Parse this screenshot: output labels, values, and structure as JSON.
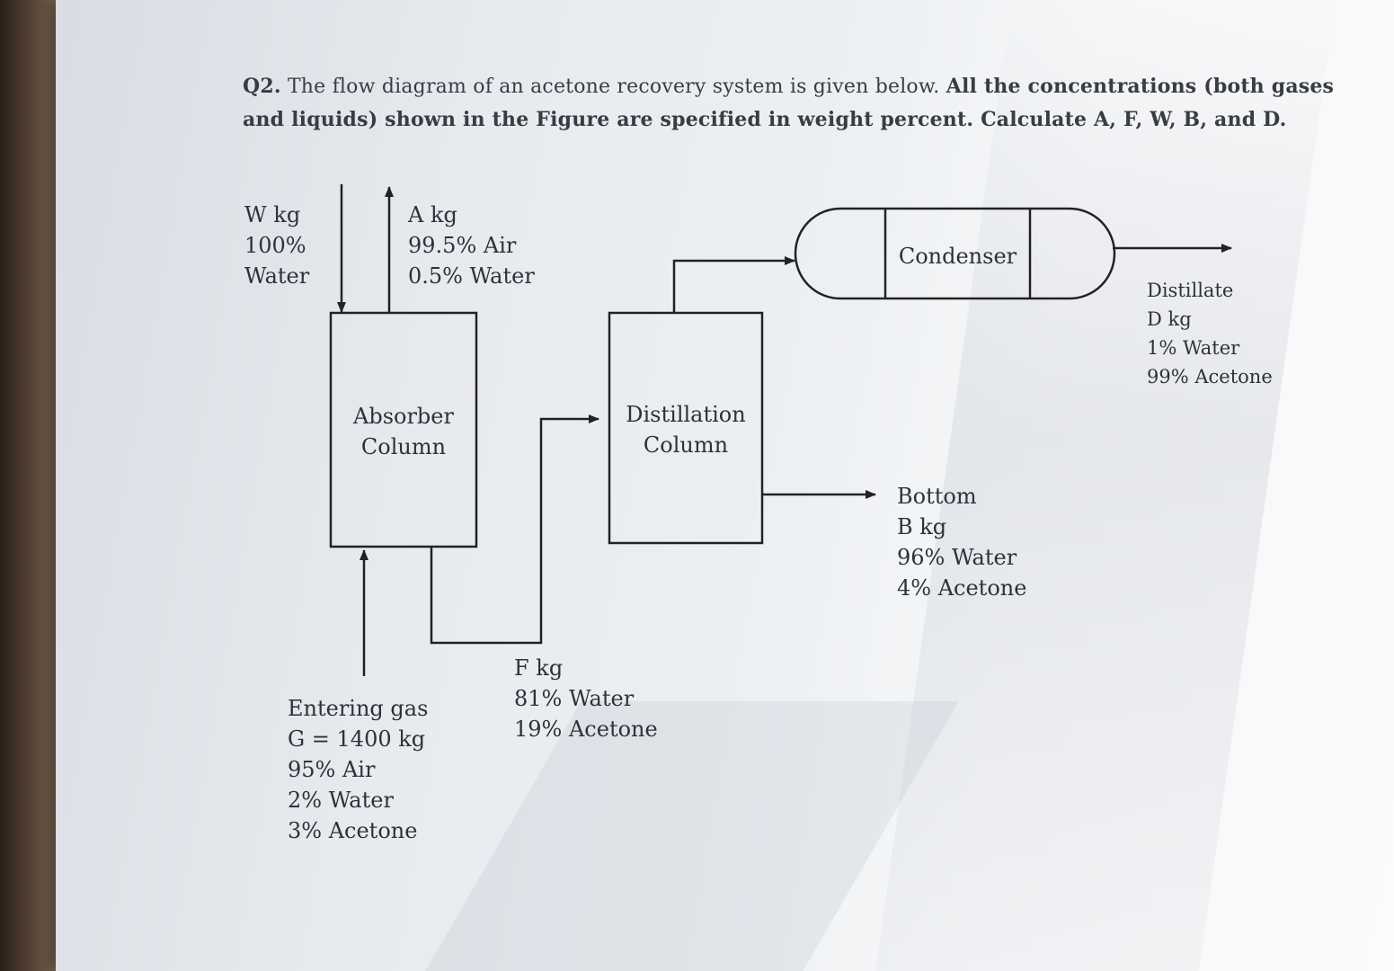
{
  "question": {
    "number": "Q2.",
    "text": "The flow diagram of an acetone recovery system is given below.",
    "bold_text": "All the concentrations (both gases and liquids) shown in the Figure are specified in weight percent. Calculate A, F, W, B, and D."
  },
  "water_in": {
    "name": "W kg",
    "line1": "100%",
    "line2": "Water"
  },
  "air_out": {
    "name": "A kg",
    "line1": "99.5% Air",
    "line2": "0.5% Water"
  },
  "absorber": {
    "line1": "Absorber",
    "line2": "Column"
  },
  "distillation": {
    "line1": "Distillation",
    "line2": "Column"
  },
  "condenser": {
    "label": "Condenser"
  },
  "distillate": {
    "line1": "Distillate",
    "line2": "D kg",
    "line3": "1% Water",
    "line4": "99% Acetone"
  },
  "bottom": {
    "line1": "Bottom",
    "line2": "B kg",
    "line3": "96% Water",
    "line4": "4% Acetone"
  },
  "feed": {
    "line1": "F kg",
    "line2": "81% Water",
    "line3": "19% Acetone"
  },
  "entering_gas": {
    "line1": "Entering gas",
    "line2": "G = 1400 kg",
    "line3": "95% Air",
    "line4": "2% Water",
    "line5": "3% Acetone"
  }
}
